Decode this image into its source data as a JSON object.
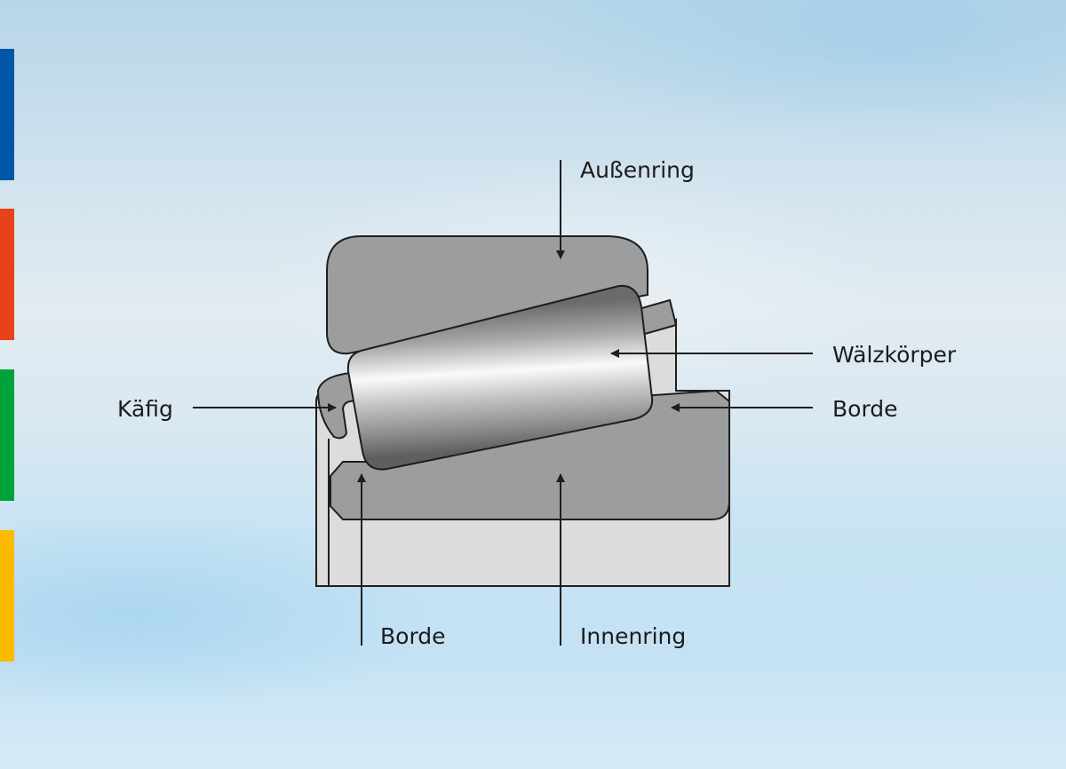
{
  "labels": {
    "outer_ring": "Außenring",
    "rolling_element": "Wälzkörper",
    "cage": "Käfig",
    "rib_right": "Borde",
    "rib_bottom": "Borde",
    "inner_ring": "Innenring"
  },
  "colors": {
    "accent_bars": [
      "#0057a8",
      "#e8421b",
      "#00a33b",
      "#fbbb00"
    ],
    "part_fill": "#9c9d9f",
    "light_fill": "#dcdcdd",
    "outline": "#1e1e1e"
  }
}
